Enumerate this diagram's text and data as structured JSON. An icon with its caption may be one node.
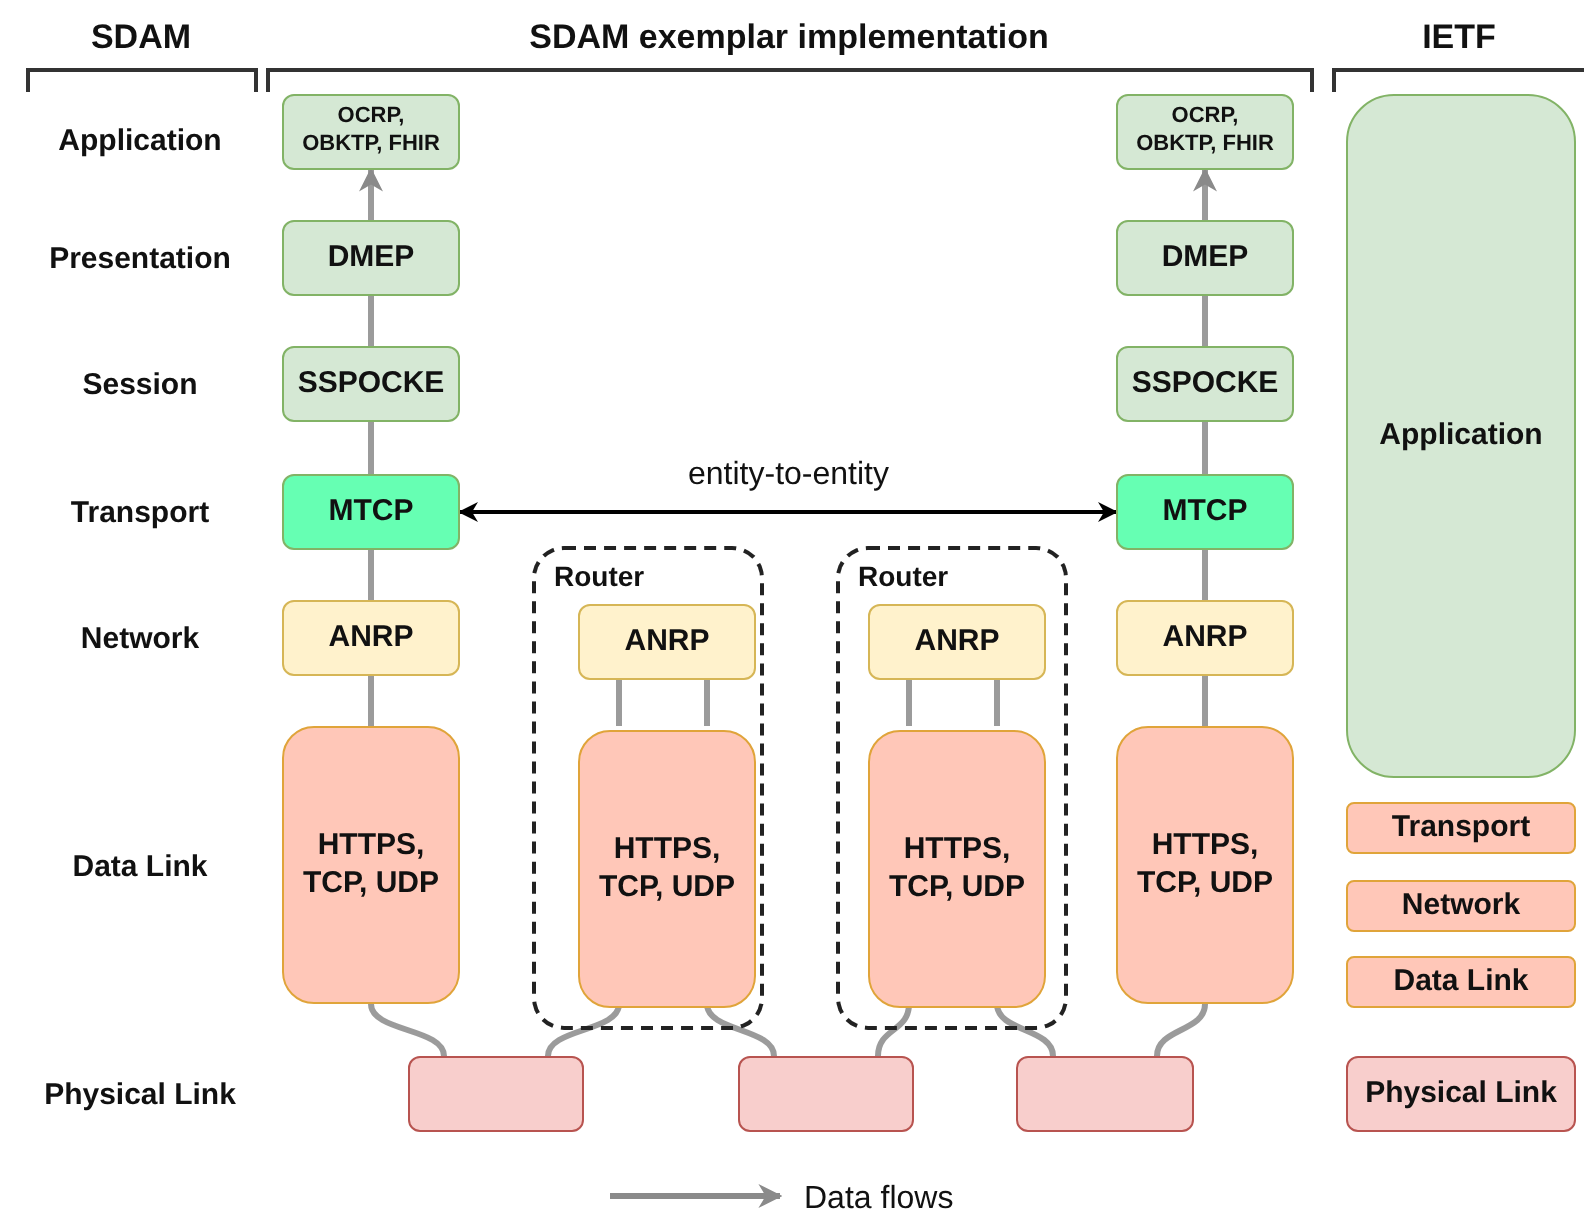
{
  "diagram": {
    "nodes": [
      {
        "text": [
          "OCRP, OBKTP, FHIR"
        ]
      },
      {
        "text": [
          "DMEP"
        ]
      },
      {
        "text": [
          "SSPOCKE"
        ]
      },
      {
        "text": [
          "MTCP"
        ]
      },
      {
        "text": [
          "ANRP"
        ]
      },
      {
        "text": [
          "HTTPS, TCP, UDP"
        ]
      },
      {
        "text": [
          "Router"
        ]
      },
      {
        "text": [
          "ANRP"
        ],
        "in": 6
      },
      {
        "text": [
          "HTTPS, TCP, UDP"
        ],
        "in": 6
      },
      {
        "text": [
          "Router"
        ]
      },
      {
        "text": [
          "ANRP"
        ],
        "in": 9
      },
      {
        "text": [
          "HTTPS, TCP, UDP"
        ],
        "in": 9
      },
      {
        "text": [
          "OCRP, OBKTP, FHIR"
        ]
      },
      {
        "text": [
          "DMEP"
        ]
      },
      {
        "text": [
          "SSPOCKE"
        ]
      },
      {
        "text": [
          "MTCP"
        ]
      },
      {
        "text": [
          "ANRP"
        ]
      },
      {
        "text": [
          "HTTPS, TCP, UDP"
        ]
      },
      {
        "text": [],
        "shape": "box"
      },
      {
        "text": [],
        "shape": "box"
      },
      {
        "text": [],
        "shape": "box"
      },
      {
        "text": [
          "Application"
        ]
      },
      {
        "text": [
          "Transport"
        ]
      },
      {
        "text": [
          "Network"
        ]
      },
      {
        "text": [
          "Data Link"
        ]
      },
      {
        "text": [
          "Physical Link"
        ]
      }
    ],
    "edges": [
      {
        "from": 3,
        "to": 15,
        "arrow": "both",
        "label": "entity-to-entity",
        "color": "#000000"
      },
      {
        "from": 18,
        "to": 5,
        "arrow": "none"
      },
      {
        "from": 5,
        "to": 4,
        "arrow": "none"
      },
      {
        "from": 4,
        "to": 3,
        "arrow": "none"
      },
      {
        "from": 3,
        "to": 2,
        "arrow": "none"
      },
      {
        "from": 2,
        "to": 1,
        "arrow": "none"
      },
      {
        "from": 1,
        "to": 0,
        "arrow": "to"
      },
      {
        "from": 18,
        "to": 8,
        "arrow": "none"
      },
      {
        "from": 8,
        "to": 7,
        "arrow": "none"
      },
      {
        "from": 7,
        "to": 8,
        "arrow": "none"
      },
      {
        "from": 8,
        "to": 19,
        "arrow": "none"
      },
      {
        "from": 19,
        "to": 11,
        "arrow": "none"
      },
      {
        "from": 11,
        "to": 10,
        "arrow": "none"
      },
      {
        "from": 10,
        "to": 11,
        "arrow": "none"
      },
      {
        "from": 11,
        "to": 20,
        "arrow": "none"
      },
      {
        "from": 20,
        "to": 17,
        "arrow": "none"
      },
      {
        "from": 17,
        "to": 16,
        "arrow": "none"
      },
      {
        "from": 16,
        "to": 15,
        "arrow": "none"
      },
      {
        "from": 15,
        "to": 14,
        "arrow": "none"
      },
      {
        "from": 14,
        "to": 13,
        "arrow": "none"
      },
      {
        "from": 13,
        "to": 12,
        "arrow": "to"
      }
    ],
    "labels": [
      "SDAM",
      "SDAM exemplar implementation",
      "IETF",
      "Application",
      "Presentation",
      "Session",
      "Transport",
      "Network",
      "Data Link",
      "Physical Link"
    ],
    "legend": [
      {
        "text": "Data flows"
      }
    ]
  }
}
